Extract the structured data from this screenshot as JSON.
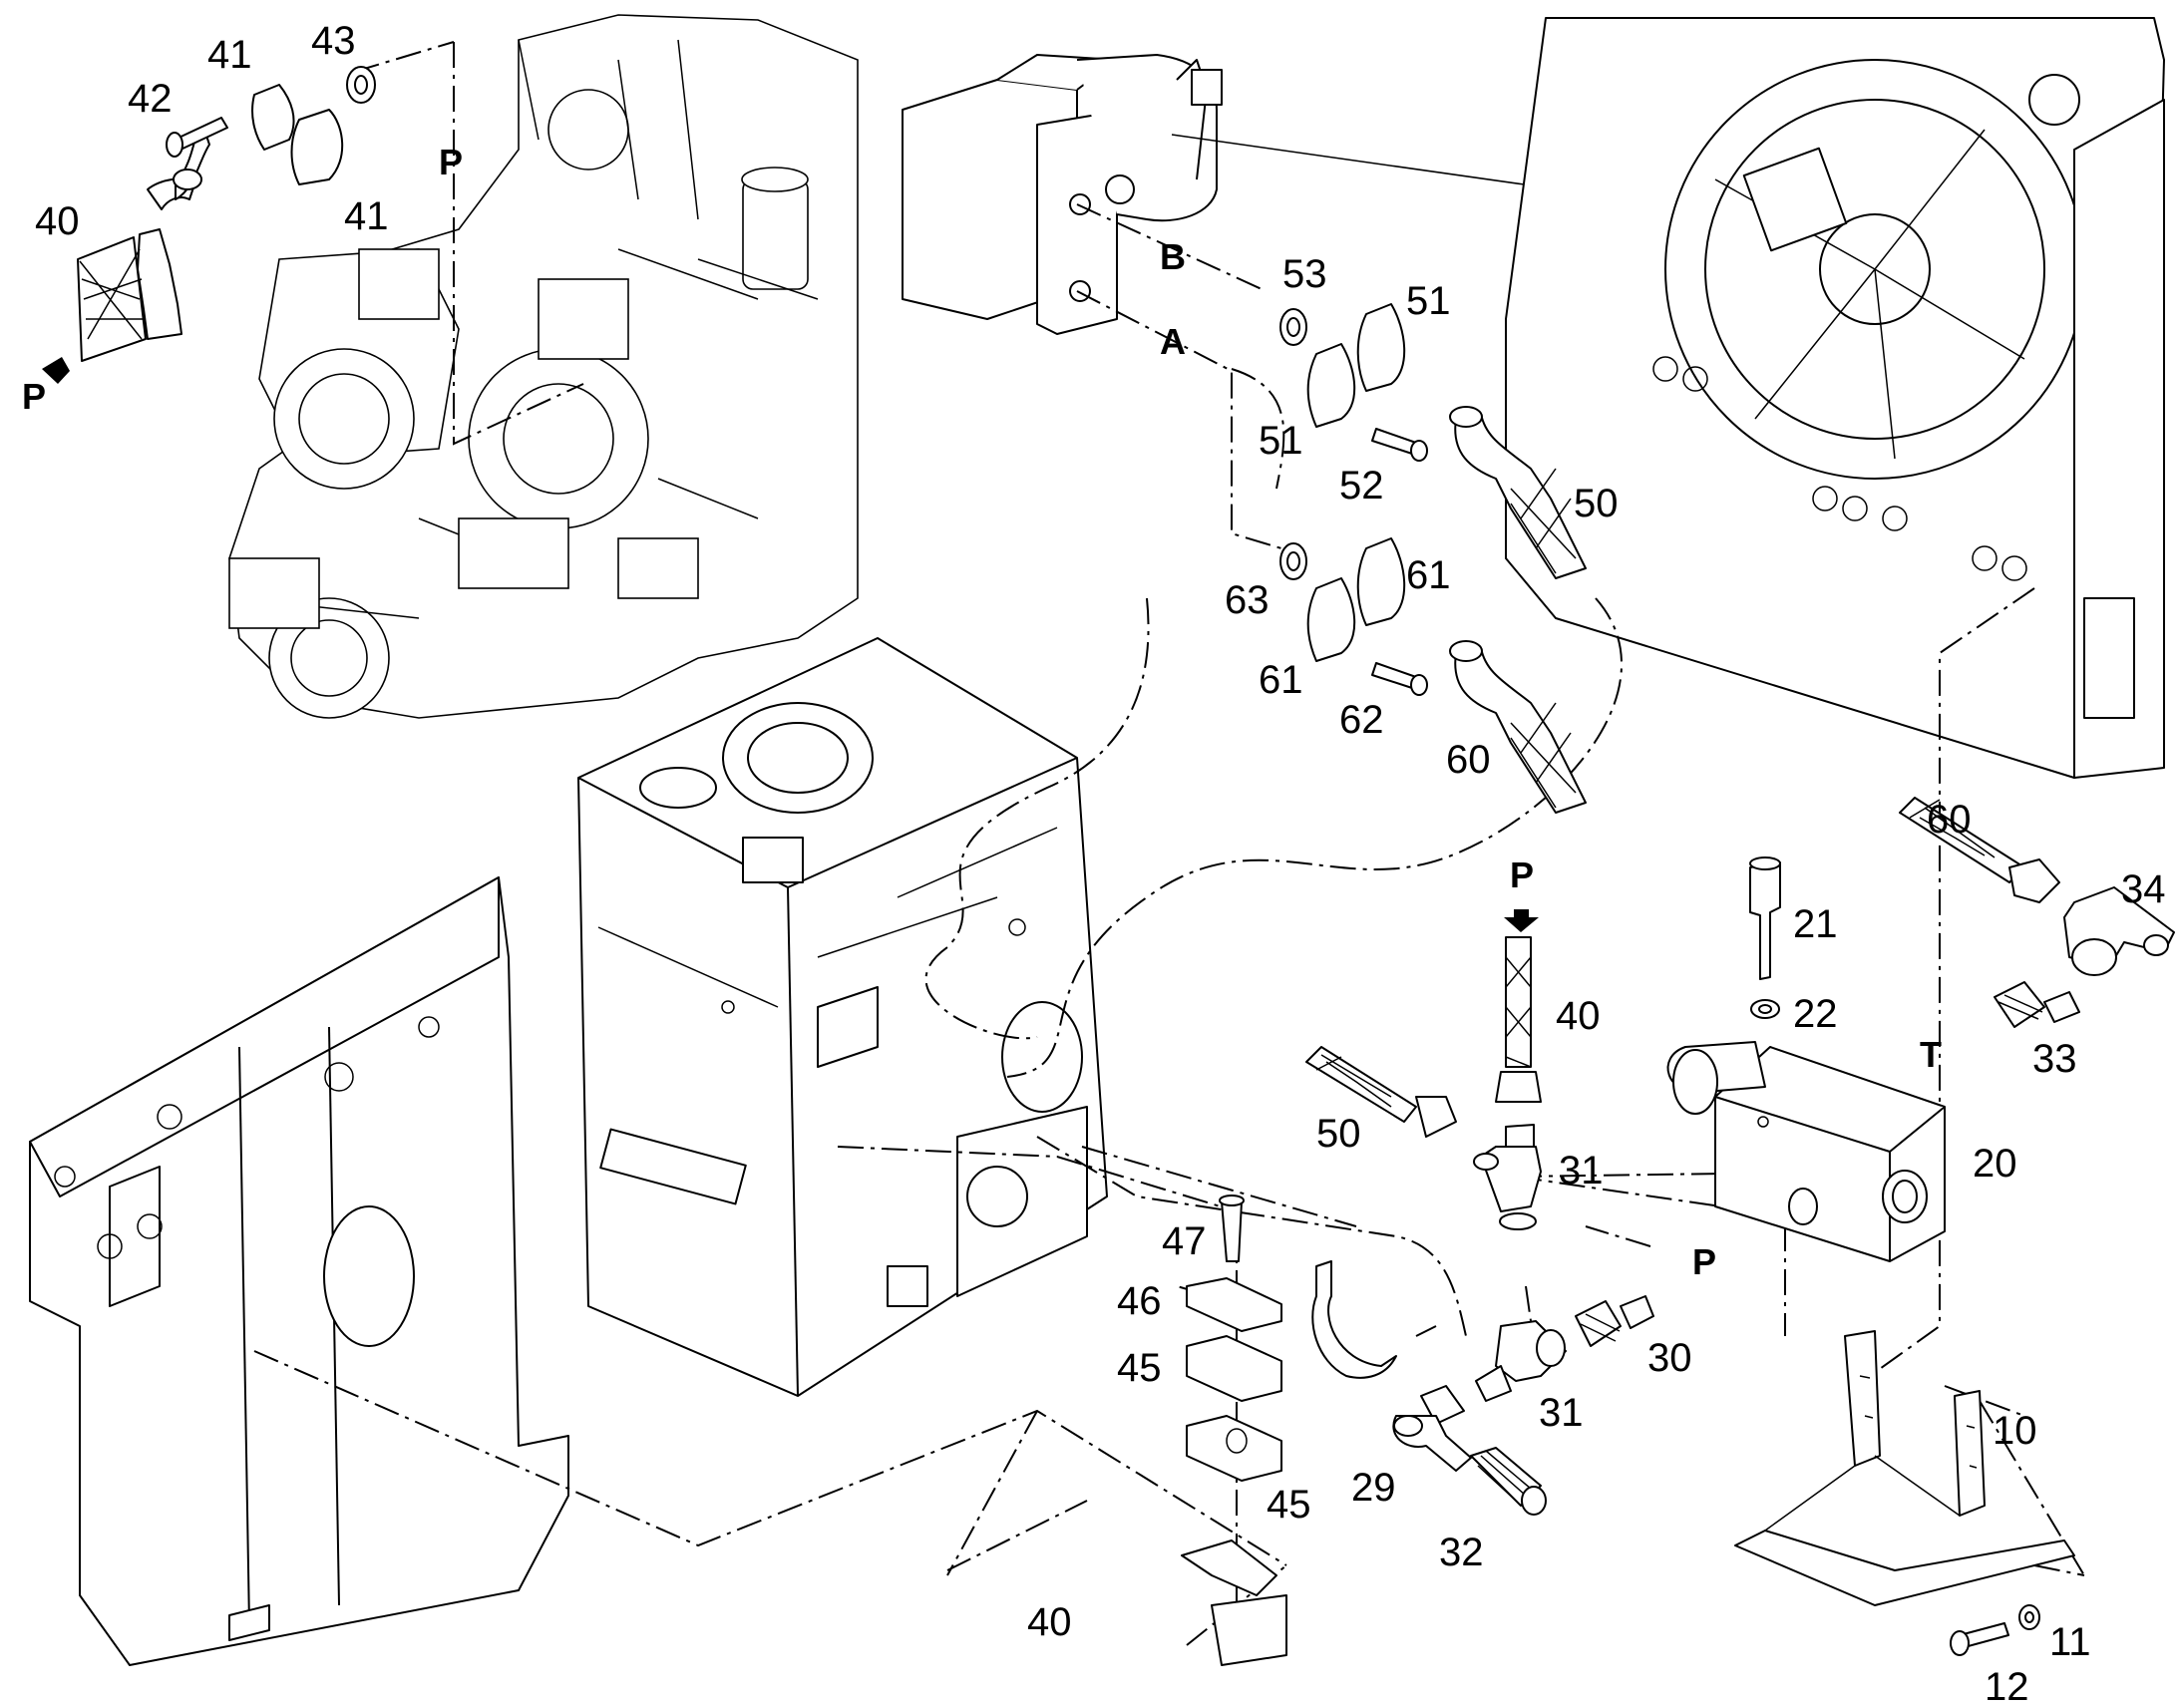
{
  "callouts": {
    "n10": "10",
    "n11": "11",
    "n12": "12",
    "n20": "20",
    "n21": "21",
    "n22": "22",
    "n29": "29",
    "n30": "30",
    "n31a": "31",
    "n31b": "31",
    "n32": "32",
    "n33": "33",
    "n34": "34",
    "n40a": "40",
    "n40b": "40",
    "n40c": "40",
    "n41a": "41",
    "n41b": "41",
    "n42": "42",
    "n43": "43",
    "n45a": "45",
    "n45b": "45",
    "n46": "46",
    "n47": "47",
    "n50a": "50",
    "n50b": "50",
    "n51a": "51",
    "n51b": "51",
    "n52": "52",
    "n53": "53",
    "n60a": "60",
    "n60b": "60",
    "n61a": "61",
    "n61b": "61",
    "n62": "62",
    "n63": "63"
  },
  "ports": {
    "p_top": "P",
    "p_left": "P",
    "p_hose": "P",
    "p_valve": "P",
    "t_valve": "T",
    "b_motor": "B",
    "a_motor": "A"
  }
}
